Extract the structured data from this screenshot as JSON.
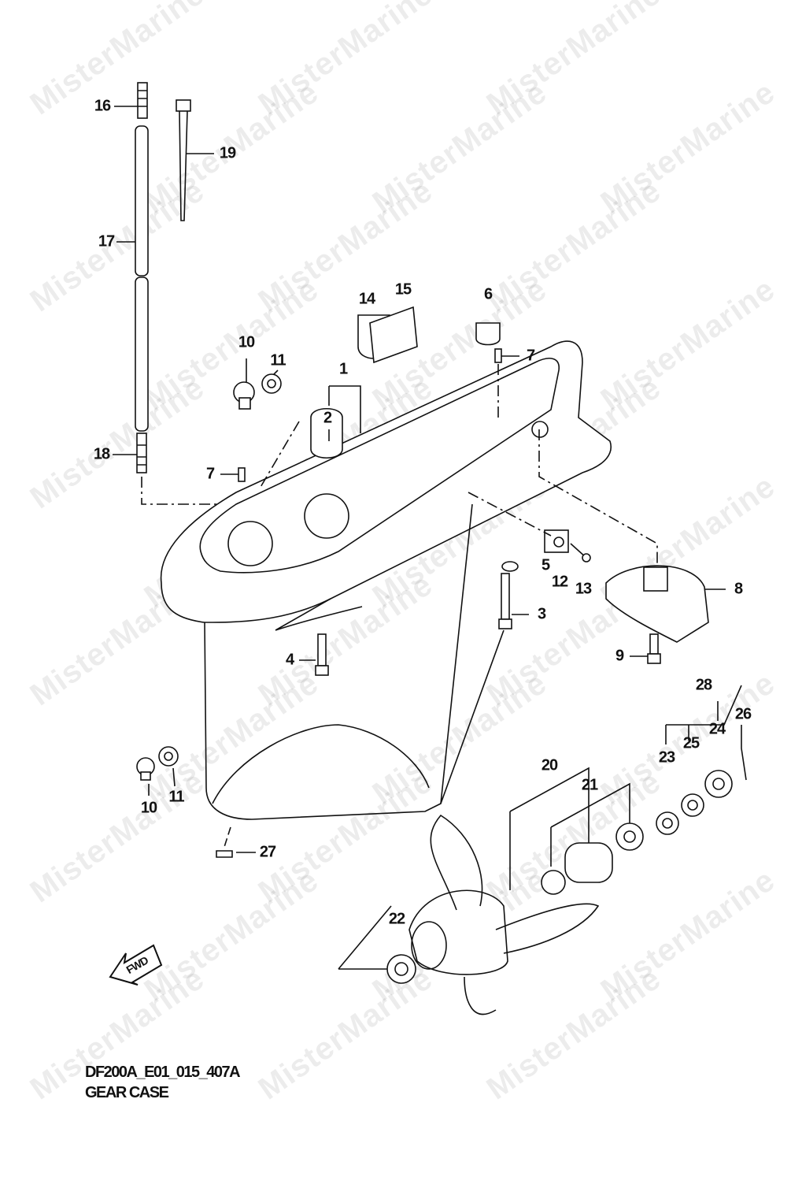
{
  "watermark": "MisterMarine",
  "diagram": {
    "code": "DF200A_E01_015_407A",
    "title": "GEAR CASE",
    "fwd_label": "FWD",
    "callouts": [
      "16",
      "19",
      "17",
      "14",
      "15",
      "6",
      "7",
      "10",
      "11",
      "1",
      "2",
      "18",
      "7",
      "5",
      "12",
      "13",
      "8",
      "3",
      "4",
      "9",
      "28",
      "26",
      "24",
      "25",
      "23",
      "20",
      "21",
      "10",
      "11",
      "27",
      "22"
    ]
  }
}
